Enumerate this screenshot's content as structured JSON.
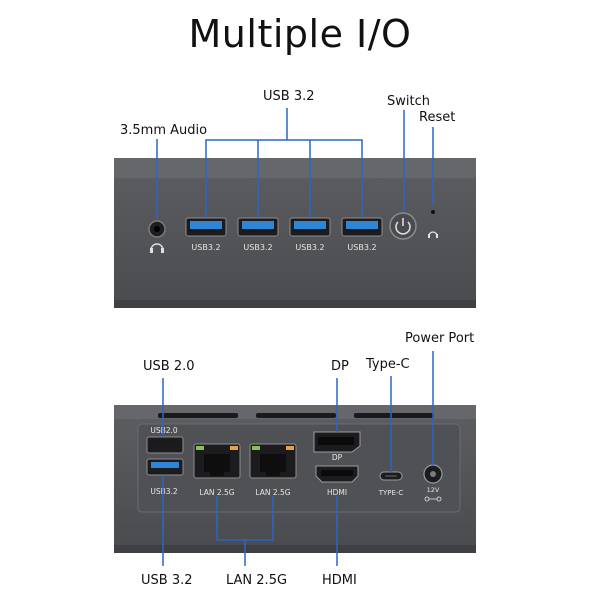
{
  "title": "Multiple I/O",
  "front": {
    "labels": {
      "audio": "3.5mm Audio",
      "usb32": "USB 3.2",
      "switch": "Switch",
      "reset": "Reset"
    },
    "ports": [
      {
        "name": "usb32-1",
        "label": "USB3.2"
      },
      {
        "name": "usb32-2",
        "label": "USB3.2"
      },
      {
        "name": "usb32-3",
        "label": "USB3.2"
      },
      {
        "name": "usb32-4",
        "label": "USB3.2"
      }
    ]
  },
  "back": {
    "labels": {
      "usb20": "USB 2.0",
      "dp": "DP",
      "typec": "Type-C",
      "power": "Power Port",
      "usb32": "USB 3.2",
      "lan": "LAN 2.5G",
      "hdmi": "HDMI"
    },
    "ports": {
      "usb20": "USB2.0",
      "usb32": "USB3.2",
      "lan1": "LAN 2.5G",
      "lan2": "LAN 2.5G",
      "dp": "DP",
      "hdmi": "HDMI",
      "typec": "TYPE-C",
      "power": "12V"
    }
  },
  "colors": {
    "case": "#58595d",
    "usb_blue": "#2f86d6",
    "port_dark": "#1b1b1d",
    "line_blue": "#2a66c4"
  }
}
